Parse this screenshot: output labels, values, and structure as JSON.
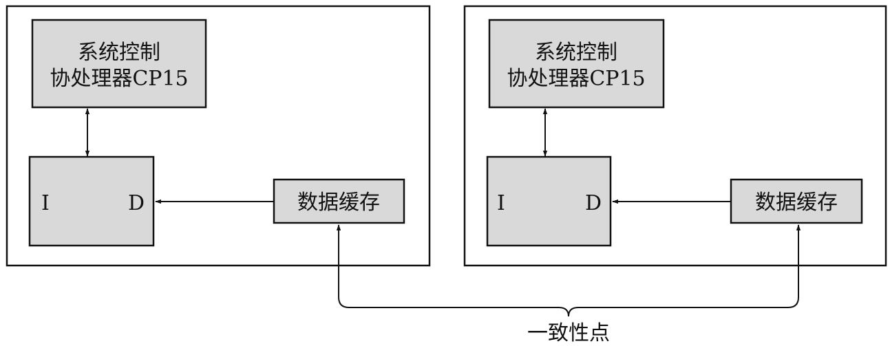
{
  "colors": {
    "box_fill": "#d9d9d9",
    "stroke": "#111111",
    "background": "#ffffff"
  },
  "panels": [
    {
      "cp15_line1": "系统控制",
      "cp15_line2": "协处理器CP15",
      "core_port_i": "I",
      "core_port_d": "D",
      "cache_label": "数据缓存"
    },
    {
      "cp15_line1": "系统控制",
      "cp15_line2": "协处理器CP15",
      "core_port_i": "I",
      "core_port_d": "D",
      "cache_label": "数据缓存"
    }
  ],
  "coherency_label": "一致性点"
}
